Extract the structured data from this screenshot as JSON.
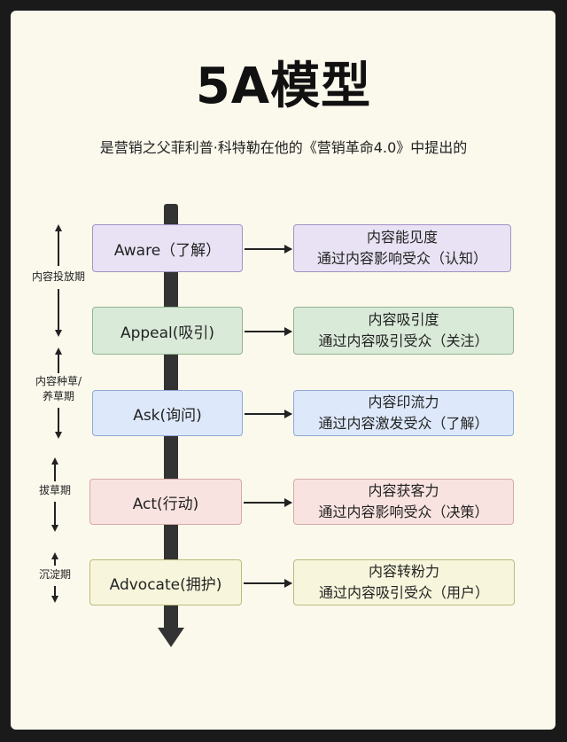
{
  "title": "5A模型",
  "subtitle": "是营销之父菲利普·科特勒在他的《营销革命4.0》中提出的",
  "stages": [
    {
      "label": "Aware（了解）",
      "result_title": "内容能见度",
      "result_desc": "通过内容影响受众（认知）",
      "color": "purple"
    },
    {
      "label": "Appeal(吸引)",
      "result_title": "内容吸引度",
      "result_desc": "通过内容吸引受众（关注）",
      "color": "green"
    },
    {
      "label": "Ask(询问)",
      "result_title": "内容印流力",
      "result_desc": "通过内容激发受众（了解）",
      "color": "blue"
    },
    {
      "label": "Act(行动)",
      "result_title": "内容获客力",
      "result_desc": "通过内容影响受众（决策）",
      "color": "pink"
    },
    {
      "label": "Advocate(拥护)",
      "result_title": "内容转粉力",
      "result_desc": "通过内容吸引受众（用户）",
      "color": "yellow"
    }
  ],
  "phases": [
    {
      "label": "内容投放期"
    },
    {
      "label": "内容种草/\n养草期"
    },
    {
      "label": "拔草期"
    },
    {
      "label": "沉淀期"
    }
  ],
  "colors": {
    "purple": "#e8e2f4",
    "green": "#d9ead8",
    "blue": "#dde8fa",
    "pink": "#f9e3e0",
    "yellow": "#f7f6dc",
    "spine": "#333333",
    "background": "#fbf8ec"
  }
}
